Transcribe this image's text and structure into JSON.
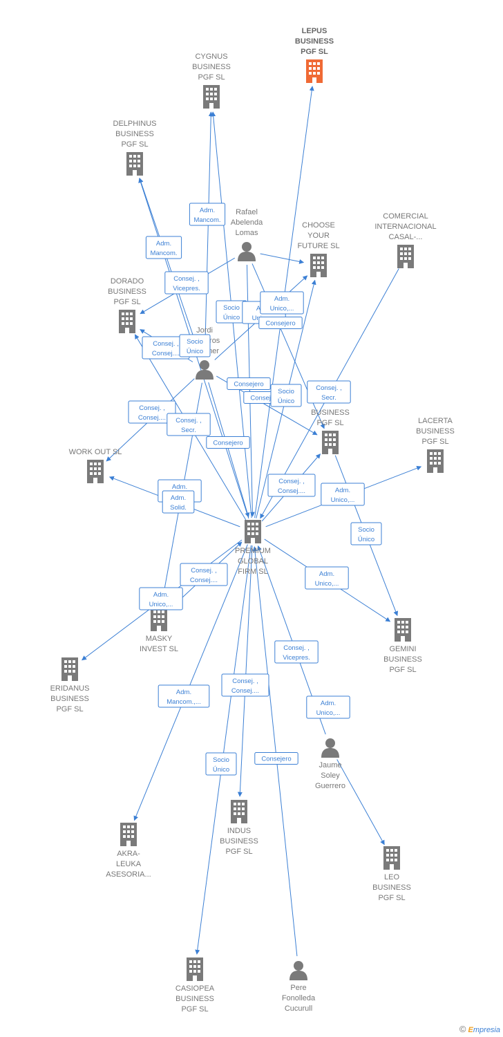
{
  "colors": {
    "edge": "#3b7fd4",
    "company": "#7a7a7a",
    "highlight": "#f06a35",
    "person": "#7a7a7a"
  },
  "footer": {
    "copyright": "©",
    "brand_e": "E",
    "brand_rest": "mpresia"
  },
  "nodes": [
    {
      "id": "lepus",
      "type": "company",
      "highlight": true,
      "label": [
        "LEPUS",
        "BUSINESS",
        "PGF  SL"
      ]
    },
    {
      "id": "cygnus",
      "type": "company",
      "label": [
        "CYGNUS",
        "BUSINESS",
        "PGF  SL"
      ]
    },
    {
      "id": "delphinus",
      "type": "company",
      "label": [
        "DELPHINUS",
        "BUSINESS",
        "PGF  SL"
      ]
    },
    {
      "id": "rafael",
      "type": "person",
      "label": [
        "Rafael",
        "Abelenda",
        "Lomas"
      ]
    },
    {
      "id": "choose",
      "type": "company",
      "label": [
        "CHOOSE",
        "YOUR",
        "FUTURE  SL"
      ]
    },
    {
      "id": "comercial",
      "type": "company",
      "label": [
        "COMERCIAL",
        "INTERNACIONAL",
        "CASAL-..."
      ]
    },
    {
      "id": "dorado",
      "type": "company",
      "label": [
        "DORADO",
        "BUSINESS",
        "PGF  SL"
      ]
    },
    {
      "id": "jordi",
      "type": "person",
      "label": [
        "Jordi",
        "Navarros",
        "Ruedner"
      ]
    },
    {
      "id": "bus",
      "type": "company",
      "label": [
        "BUSINESS",
        "PGF  SL"
      ]
    },
    {
      "id": "lacerta",
      "type": "company",
      "label": [
        "LACERTA",
        "BUSINESS",
        "PGF  SL"
      ]
    },
    {
      "id": "workout",
      "type": "company",
      "label": [
        "WORK OUT  SL"
      ]
    },
    {
      "id": "premium",
      "type": "company",
      "main": true,
      "label": [
        "PREMIUM",
        "GLOBAL",
        "FIRM  SL"
      ]
    },
    {
      "id": "masky",
      "type": "company",
      "label": [
        "MASKY",
        "INVEST  SL"
      ]
    },
    {
      "id": "gemini",
      "type": "company",
      "label": [
        "GEMINI",
        "BUSINESS",
        "PGF  SL"
      ]
    },
    {
      "id": "eridanus",
      "type": "company",
      "label": [
        "ERIDANUS",
        "BUSINESS",
        "PGF  SL"
      ]
    },
    {
      "id": "jaume",
      "type": "person",
      "label": [
        "Jaume",
        "Soley",
        "Guerrero"
      ]
    },
    {
      "id": "indus",
      "type": "company",
      "label": [
        "INDUS",
        "BUSINESS",
        "PGF  SL"
      ]
    },
    {
      "id": "akra",
      "type": "company",
      "label": [
        "AKRA-",
        "LEUKA",
        "ASESORIA..."
      ]
    },
    {
      "id": "leo",
      "type": "company",
      "label": [
        "LEO",
        "BUSINESS",
        "PGF  SL"
      ]
    },
    {
      "id": "casiopea",
      "type": "company",
      "label": [
        "CASIOPEA",
        "BUSINESS",
        "PGF  SL"
      ]
    },
    {
      "id": "pere",
      "type": "person",
      "label": [
        "Pere",
        "Fonolleda",
        "Cucurull"
      ]
    }
  ],
  "edges": [
    {
      "from": "rafael",
      "to": "premium"
    },
    {
      "from": "rafael",
      "to": "choose"
    },
    {
      "from": "rafael",
      "to": "dorado"
    },
    {
      "from": "rafael",
      "to": "bus"
    },
    {
      "from": "jordi",
      "to": "premium"
    },
    {
      "from": "jordi",
      "to": "cygnus"
    },
    {
      "from": "jordi",
      "to": "delphinus"
    },
    {
      "from": "jordi",
      "to": "workout"
    },
    {
      "from": "jordi",
      "to": "bus"
    },
    {
      "from": "jordi",
      "to": "masky"
    },
    {
      "from": "jordi",
      "to": "dorado"
    },
    {
      "from": "jordi",
      "to": "choose"
    },
    {
      "from": "premium",
      "to": "lepus"
    },
    {
      "from": "premium",
      "to": "cygnus"
    },
    {
      "from": "premium",
      "to": "delphinus"
    },
    {
      "from": "premium",
      "to": "choose"
    },
    {
      "from": "premium",
      "to": "bus"
    },
    {
      "from": "premium",
      "to": "lacerta"
    },
    {
      "from": "premium",
      "to": "workout"
    },
    {
      "from": "premium",
      "to": "gemini"
    },
    {
      "from": "premium",
      "to": "eridanus"
    },
    {
      "from": "premium",
      "to": "akra"
    },
    {
      "from": "premium",
      "to": "indus"
    },
    {
      "from": "premium",
      "to": "casiopea"
    },
    {
      "from": "premium",
      "to": "dorado"
    },
    {
      "from": "masky",
      "to": "premium"
    },
    {
      "from": "comercial",
      "to": "premium"
    },
    {
      "from": "bus",
      "to": "gemini"
    },
    {
      "from": "jaume",
      "to": "premium"
    },
    {
      "from": "jaume",
      "to": "leo"
    },
    {
      "from": "pere",
      "to": "premium"
    }
  ],
  "badges": [
    {
      "lines": [
        "Adm.",
        "Mancom."
      ]
    },
    {
      "lines": [
        "Adm.",
        "Mancom."
      ]
    },
    {
      "lines": [
        "Consej. ,",
        "Vicepres."
      ]
    },
    {
      "lines": [
        "Socio",
        "Único"
      ]
    },
    {
      "lines": [
        "Adm.",
        "Unico,..."
      ]
    },
    {
      "lines": [
        "Adm.",
        "Unico,..."
      ]
    },
    {
      "lines": [
        "Consejero"
      ]
    },
    {
      "lines": [
        "Consej. ,",
        "Consej...."
      ]
    },
    {
      "lines": [
        "Socio",
        "Único"
      ]
    },
    {
      "lines": [
        "Consejero"
      ]
    },
    {
      "lines": [
        "Consejero"
      ]
    },
    {
      "lines": [
        "Socio",
        "Único"
      ]
    },
    {
      "lines": [
        "Consej. ,",
        "Secr."
      ]
    },
    {
      "lines": [
        "Consej. ,",
        "Consej...."
      ]
    },
    {
      "lines": [
        "Consej. ,",
        "Secr."
      ]
    },
    {
      "lines": [
        "Consejero"
      ]
    },
    {
      "lines": [
        "Consej. ,",
        "Consej...."
      ]
    },
    {
      "lines": [
        "Adm.",
        "Unico,..."
      ]
    },
    {
      "lines": [
        "Adm.",
        "Unico,..."
      ]
    },
    {
      "lines": [
        "Adm.",
        "Solid."
      ]
    },
    {
      "lines": [
        "Socio",
        "Único"
      ]
    },
    {
      "lines": [
        "Consej. ,",
        "Consej...."
      ]
    },
    {
      "lines": [
        "Adm.",
        "Unico,..."
      ]
    },
    {
      "lines": [
        "Adm.",
        "Unico,..."
      ]
    },
    {
      "lines": [
        "Consej. ,",
        "Vicepres."
      ]
    },
    {
      "lines": [
        "Consej. ,",
        "Consej...."
      ]
    },
    {
      "lines": [
        "Adm.",
        "Mancom.,..."
      ]
    },
    {
      "lines": [
        "Adm.",
        "Unico,..."
      ]
    },
    {
      "lines": [
        "Socio",
        "Único"
      ]
    },
    {
      "lines": [
        "Consejero"
      ]
    }
  ]
}
